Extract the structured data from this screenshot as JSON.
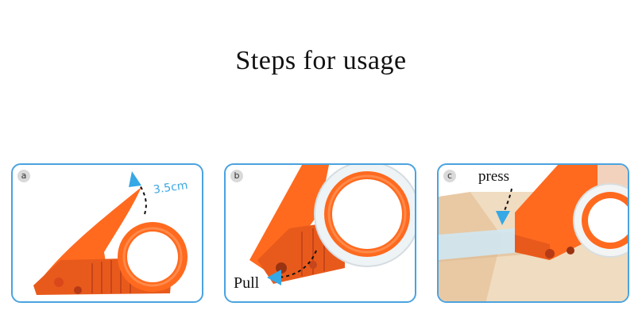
{
  "title": "Steps for usage",
  "steps": [
    {
      "badge": "a",
      "label": "3.5cm",
      "icon": "tape-dispenser-icon"
    },
    {
      "badge": "b",
      "label": "Pull",
      "icon": "tape-roll-icon"
    },
    {
      "badge": "c",
      "label": "press",
      "icon": "box-sealing-icon"
    }
  ],
  "colors": {
    "dispenser_orange": "#ff6a1f",
    "dispenser_dark": "#d9471a",
    "border_blue": "#4aa3e0",
    "arrow_blue": "#35a8e6",
    "cardboard": "#e8c9a4",
    "tape_blue": "#cfe9f7"
  }
}
